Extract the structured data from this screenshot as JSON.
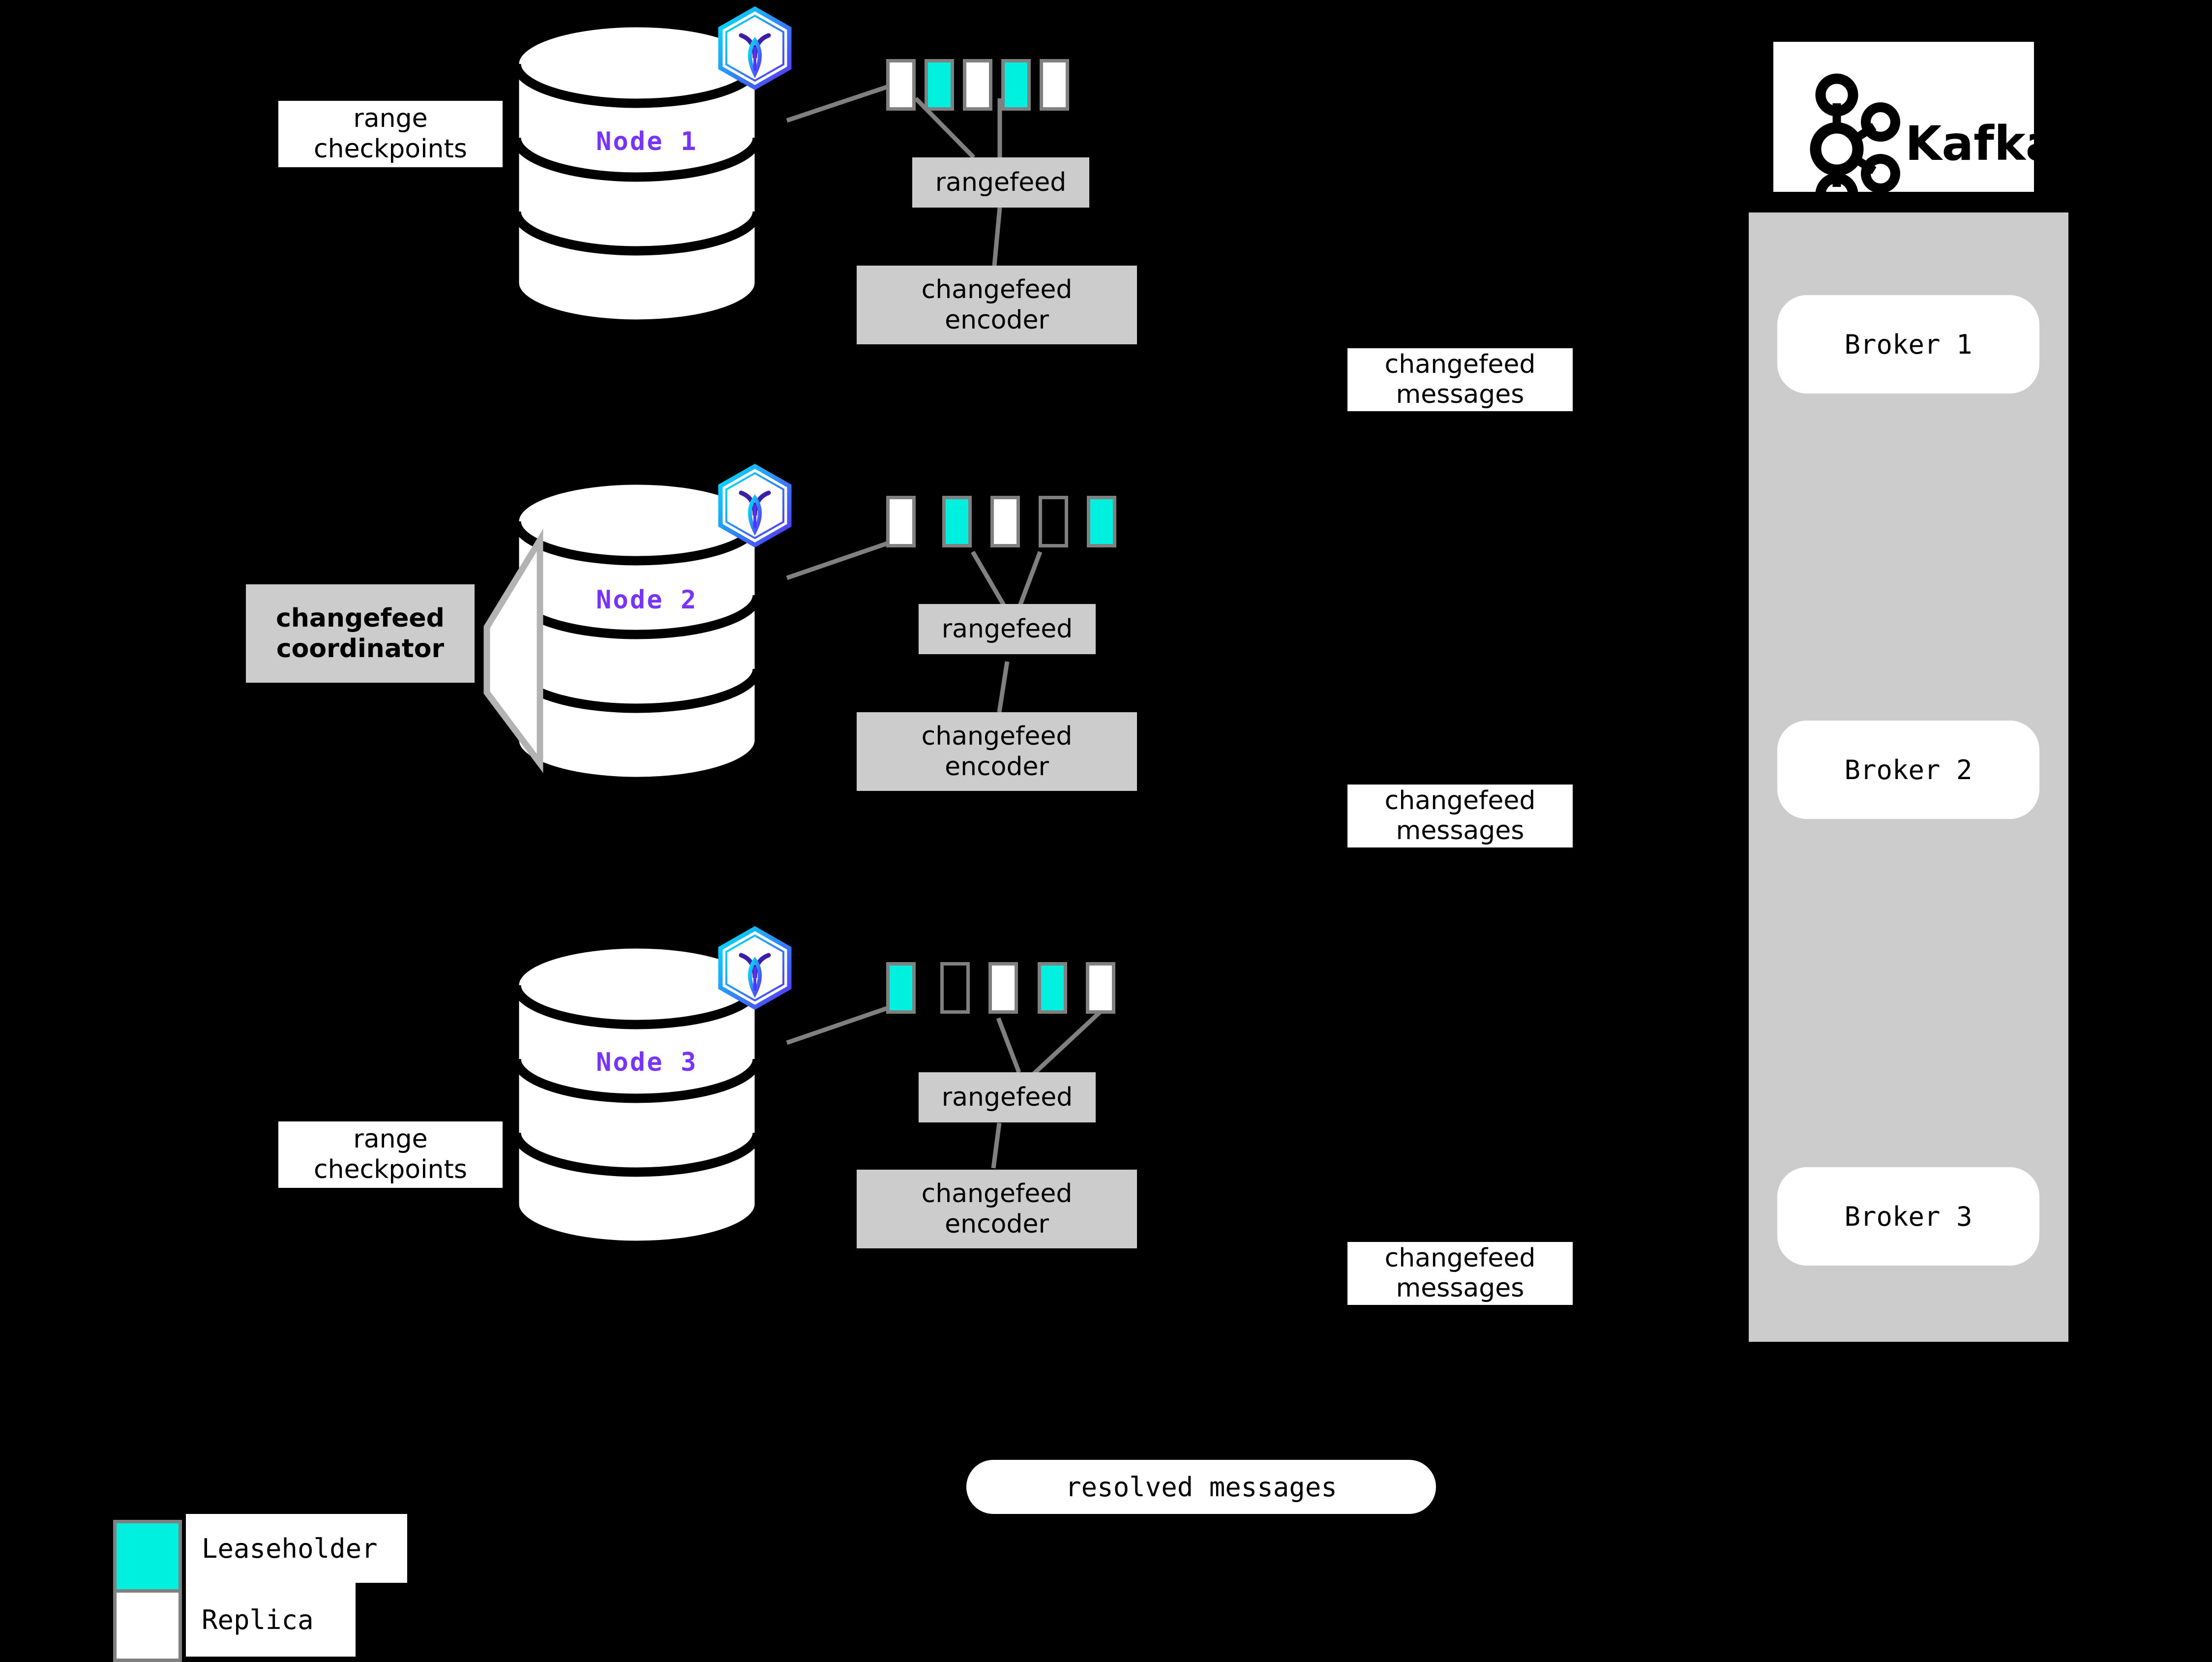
{
  "diagram": {
    "title_colors": {
      "background": "#000000",
      "node_label": "#7733ff",
      "leaseholder": "#00f0e0",
      "replica": "#ffffff",
      "process_box": "#cccccc",
      "range_border": "#808080",
      "kafka_panel": "#cccccc",
      "connector_line": "#808080"
    }
  },
  "nodes": [
    {
      "id": "node1",
      "label": "Node 1",
      "logo": "cockroachdb-hex-icon",
      "ranges": [
        "replica",
        "leaseholder",
        "replica",
        "leaseholder",
        "replica"
      ],
      "rangefeed_label": "rangefeed",
      "encoder_label_line1": "changefeed",
      "encoder_label_line2": "encoder",
      "side_label_line1": "range",
      "side_label_line2": "checkpoints",
      "output_label_line1": "changefeed",
      "output_label_line2": "messages"
    },
    {
      "id": "node2",
      "label": "Node 2",
      "logo": "cockroachdb-hex-icon",
      "ranges": [
        "replica",
        "leaseholder",
        "replica",
        "empty",
        "leaseholder"
      ],
      "rangefeed_label": "rangefeed",
      "encoder_label_line1": "changefeed",
      "encoder_label_line2": "encoder",
      "side_label_line1": "changefeed",
      "side_label_line2": "coordinator",
      "output_label_line1": "changefeed",
      "output_label_line2": "messages"
    },
    {
      "id": "node3",
      "label": "Node 3",
      "logo": "cockroachdb-hex-icon",
      "ranges": [
        "leaseholder",
        "empty",
        "replica",
        "leaseholder",
        "replica"
      ],
      "rangefeed_label": "rangefeed",
      "encoder_label_line1": "changefeed",
      "encoder_label_line2": "encoder",
      "side_label_line1": "range",
      "side_label_line2": "checkpoints",
      "output_label_line1": "changefeed",
      "output_label_line2": "messages"
    }
  ],
  "kafka": {
    "logo_text": "Kafka",
    "logo_icon": "kafka-node-graph-icon",
    "brokers": [
      {
        "label": "Broker 1"
      },
      {
        "label": "Broker 2"
      },
      {
        "label": "Broker 3"
      }
    ]
  },
  "resolved": {
    "label": "resolved messages"
  },
  "legend": {
    "items": [
      {
        "swatch": "leaseholder",
        "label": "Leaseholder",
        "color": "#00f0e0"
      },
      {
        "swatch": "replica",
        "label": "Replica",
        "color": "#ffffff"
      }
    ]
  }
}
